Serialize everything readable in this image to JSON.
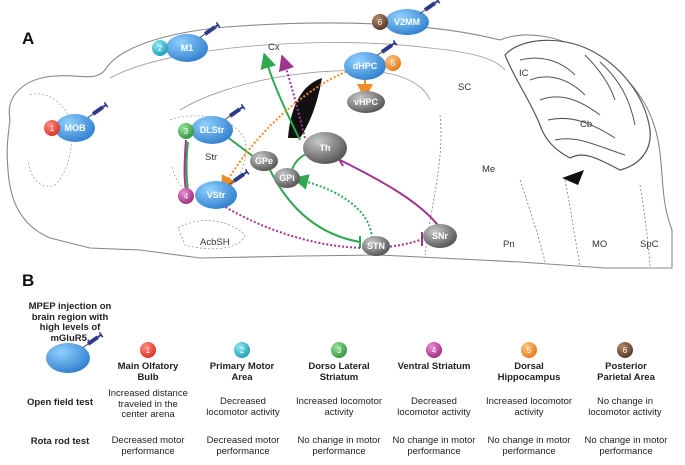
{
  "panel_a": {
    "letter": "A",
    "nodes": {
      "mob": "MOB",
      "m1": "M1",
      "v2mm": "V2MM",
      "dhpc": "dHPC",
      "vhpc": "vHPC",
      "dlstr": "DLStr",
      "vstr": "VStr",
      "gpe": "GPe",
      "gpi": "GPi",
      "th": "Th",
      "stn": "STN",
      "snr": "SNr"
    },
    "numbers": [
      "1",
      "2",
      "3",
      "4",
      "5",
      "6"
    ],
    "regions": {
      "cx": "Cx",
      "str": "Str",
      "sc": "SC",
      "ic": "IC",
      "cb": "Cb",
      "me": "Me",
      "pn": "Pn",
      "mo": "MO",
      "spc": "SpC",
      "acbsh": "AcbSH"
    }
  },
  "panel_b": {
    "letter": "B",
    "legend": "MPEP injection on brain region with high levels of mGluR5.",
    "columns": [
      {
        "num": "1",
        "name": "Main Olfatory Bulb",
        "color": "#e83a2e"
      },
      {
        "num": "2",
        "name": "Primary Motor Area",
        "color": "#1fb7c9"
      },
      {
        "num": "3",
        "name": "Dorso Lateral Striatum",
        "color": "#3fae49"
      },
      {
        "num": "4",
        "name": "Ventral Striatum",
        "color": "#b9338f"
      },
      {
        "num": "5",
        "name": "Dorsal Hippocampus",
        "color": "#f28c28"
      },
      {
        "num": "6",
        "name": "Posterior Parietal Area",
        "color": "#6b4a34"
      }
    ],
    "rows": [
      {
        "test": "Open field test",
        "values": [
          "Increased distance traveled in the center arena",
          "Decreased locomotor activity",
          "Increased locomotor activity",
          "Decreased locomotor activity",
          "Increased locomotor activity",
          "No change in locomotor activity"
        ]
      },
      {
        "test": "Rota rod test",
        "values": [
          "Decreased motor performance",
          "Decreased motor performance",
          "No change in motor performance",
          "No change in motor performance",
          "No change in motor performance",
          "No change in motor performance"
        ]
      }
    ]
  },
  "colors": {
    "node_blue": "#3a8fd8",
    "node_gray": "#6d6d6d",
    "green_path": "#2fa84f",
    "purple_path": "#a0358f",
    "orange_path": "#f28c28"
  }
}
